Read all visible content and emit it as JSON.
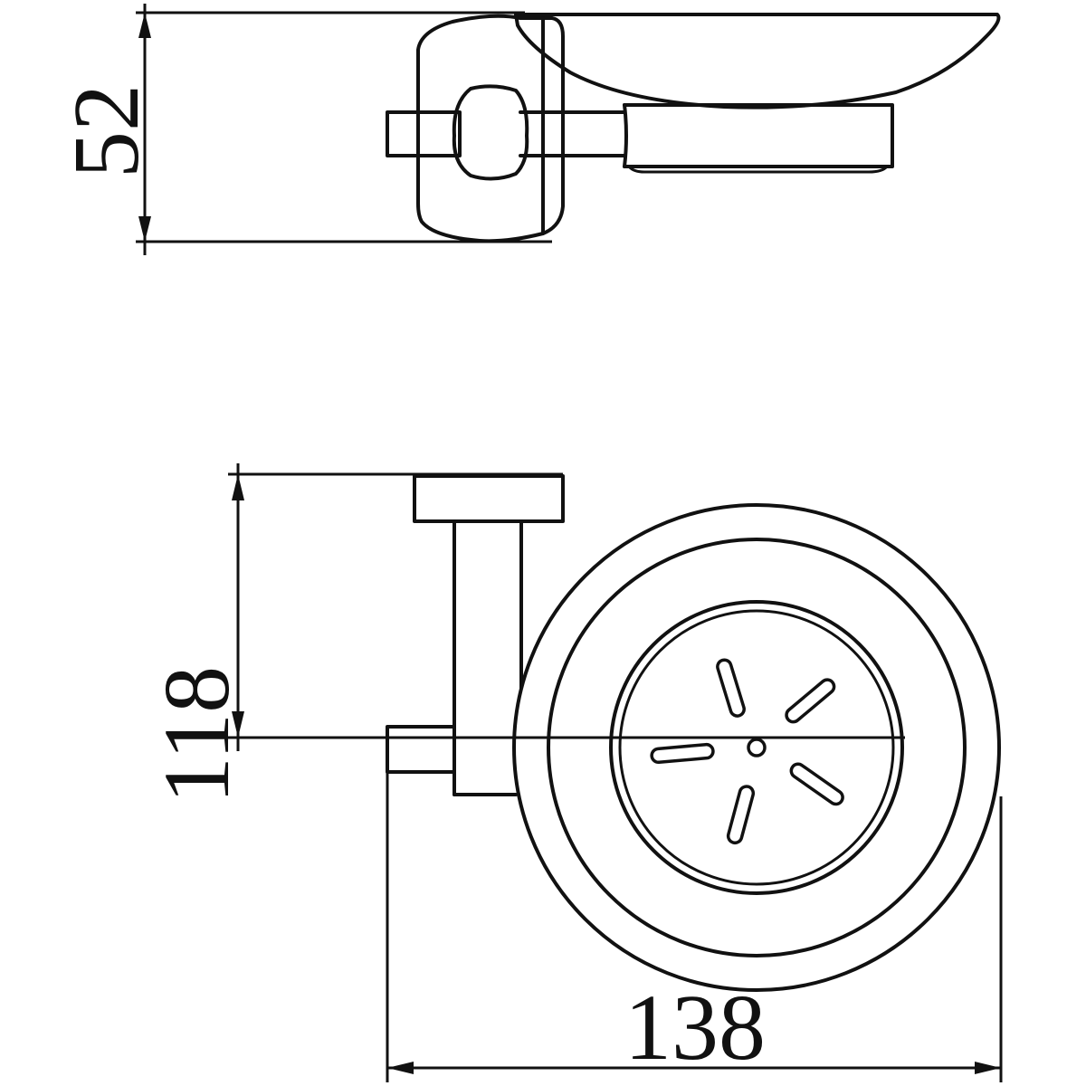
{
  "drawing": {
    "dimensions": {
      "depth": "52",
      "height": "118",
      "width": "138"
    },
    "line_color": "#111111",
    "background": "#ffffff"
  }
}
